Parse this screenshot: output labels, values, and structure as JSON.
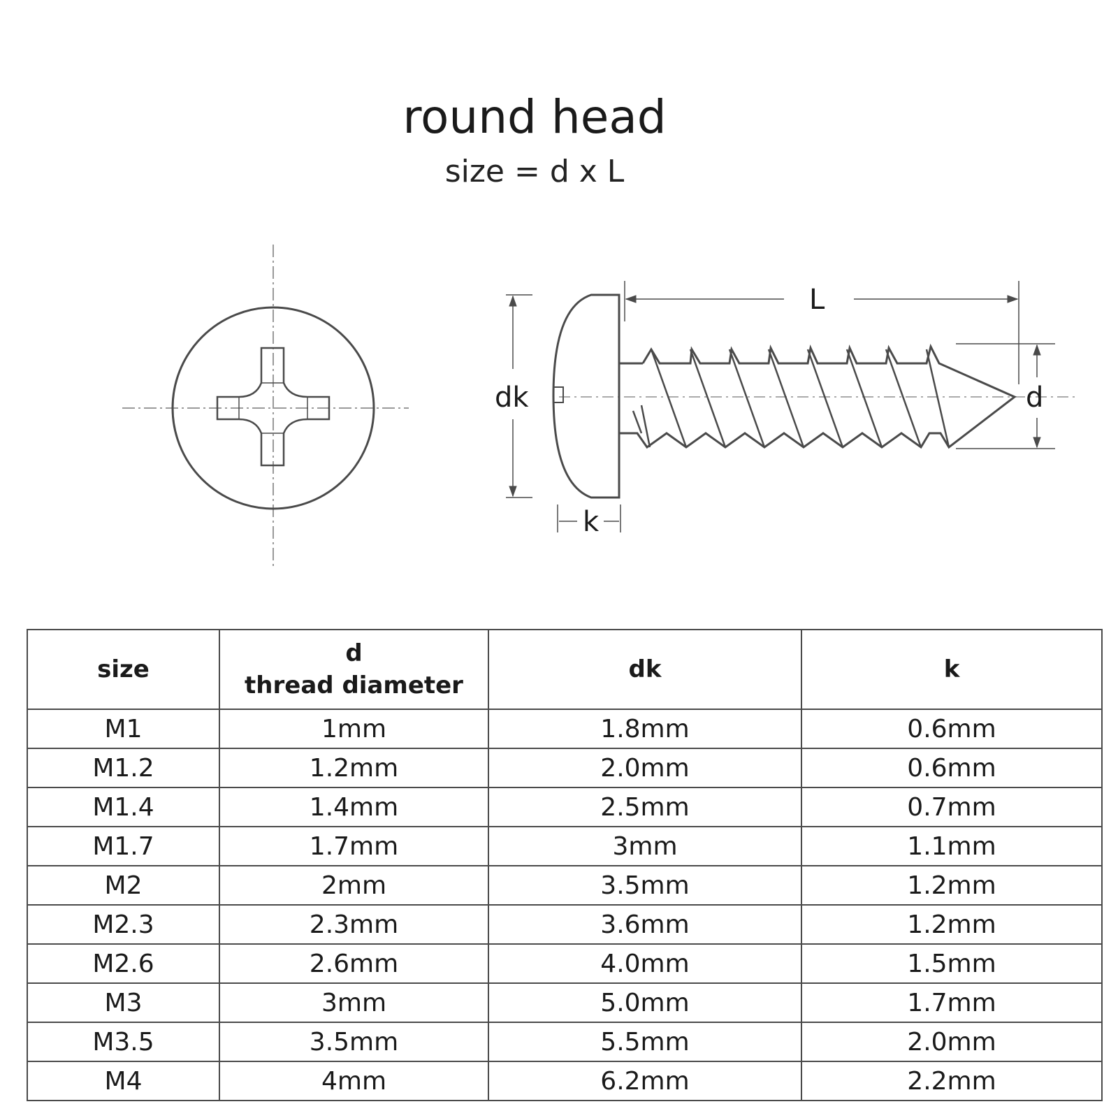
{
  "title": "round head",
  "subtitle": "size = d x L",
  "diagram_labels": {
    "L": "L",
    "dk": "dk",
    "d": "d",
    "k": "k"
  },
  "table": {
    "headers": {
      "size": "size",
      "d_symbol": "d",
      "d_desc": "thread diameter",
      "dk": "dk",
      "k": "k"
    },
    "rows": [
      {
        "size": "M1",
        "d": "1mm",
        "dk": "1.8mm",
        "k": "0.6mm"
      },
      {
        "size": "M1.2",
        "d": "1.2mm",
        "dk": "2.0mm",
        "k": "0.6mm"
      },
      {
        "size": "M1.4",
        "d": "1.4mm",
        "dk": "2.5mm",
        "k": "0.7mm"
      },
      {
        "size": "M1.7",
        "d": "1.7mm",
        "dk": "3mm",
        "k": "1.1mm"
      },
      {
        "size": "M2",
        "d": "2mm",
        "dk": "3.5mm",
        "k": "1.2mm"
      },
      {
        "size": "M2.3",
        "d": "2.3mm",
        "dk": "3.6mm",
        "k": "1.2mm"
      },
      {
        "size": "M2.6",
        "d": "2.6mm",
        "dk": "4.0mm",
        "k": "1.5mm"
      },
      {
        "size": "M3",
        "d": "3mm",
        "dk": "5.0mm",
        "k": "1.7mm"
      },
      {
        "size": "M3.5",
        "d": "3.5mm",
        "dk": "5.5mm",
        "k": "2.0mm"
      },
      {
        "size": "M4",
        "d": "4mm",
        "dk": "6.2mm",
        "k": "2.2mm"
      }
    ]
  }
}
